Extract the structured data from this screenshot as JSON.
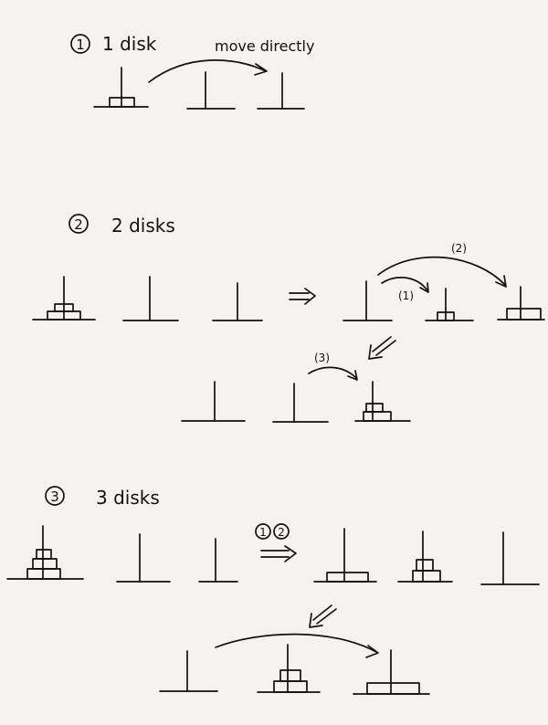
{
  "sections": [
    {
      "number": "1",
      "title": "1 disk",
      "note": "move directly"
    },
    {
      "number": "2",
      "title": "2 disks",
      "steps": [
        "(1)",
        "(2)",
        "(3)"
      ]
    },
    {
      "number": "3",
      "title": "3 disks",
      "step_circles": [
        "1",
        "2"
      ]
    }
  ],
  "colors": {
    "ink": "#111111",
    "paper": "#f4f3f1"
  }
}
